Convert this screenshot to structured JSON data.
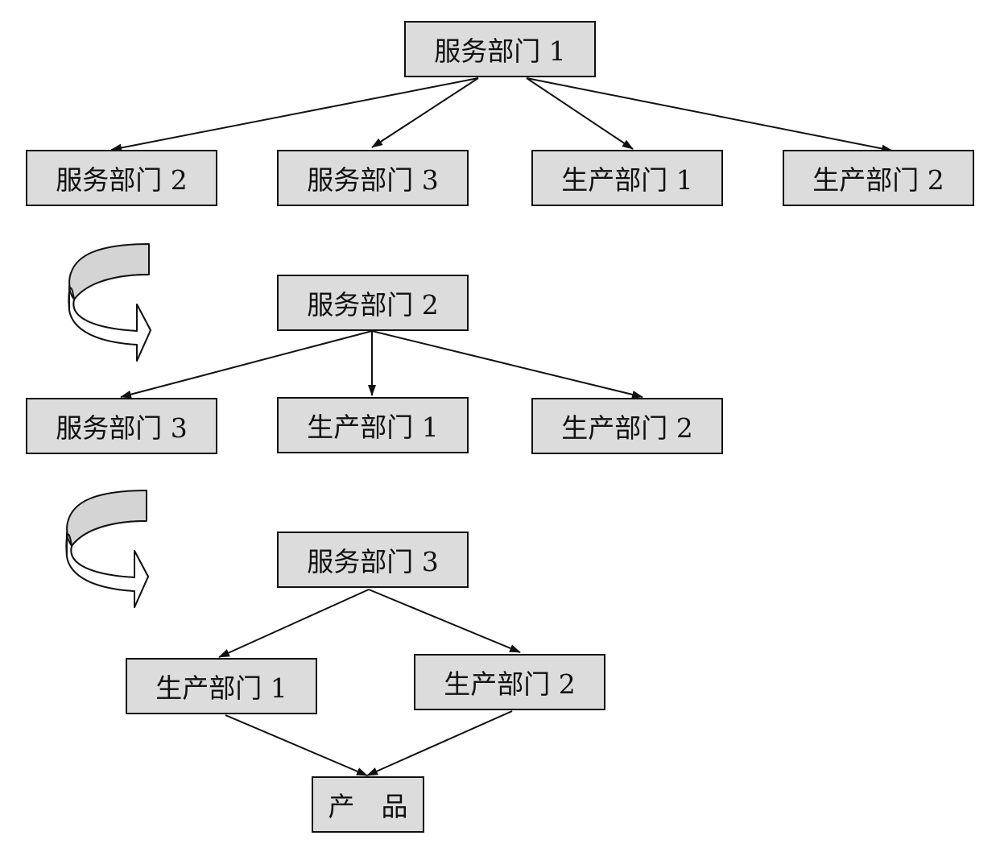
{
  "colors": {
    "box_fill": "#dcdcdc",
    "line": "#111111",
    "curl_fill": "#d4d4d4"
  },
  "stage1": {
    "root": "服务部门 1",
    "children": [
      "服务部门 2",
      "服务部门 3",
      "生产部门 1",
      "生产部门 2"
    ]
  },
  "stage2": {
    "root": "服务部门 2",
    "children": [
      "服务部门 3",
      "生产部门 1",
      "生产部门 2"
    ]
  },
  "stage3": {
    "root": "服务部门 3",
    "children": [
      "生产部门 1",
      "生产部门 2"
    ],
    "product": "产　品"
  },
  "icons": [
    "curved-arrow-icon",
    "curved-arrow-icon"
  ]
}
